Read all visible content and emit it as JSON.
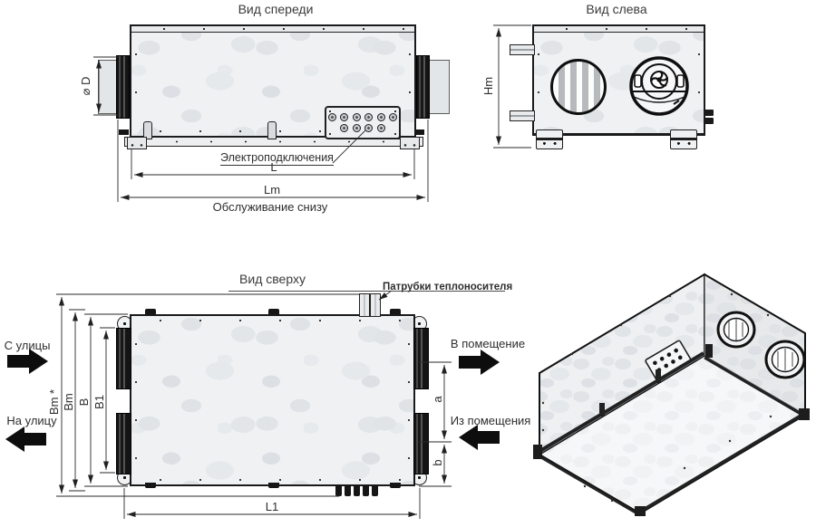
{
  "drawing": {
    "front_view": {
      "title": "Вид спереди",
      "dims": {
        "diameter": "⌀ D",
        "length": "L",
        "length_mount": "Lm"
      },
      "electrical_label": "Электроподключения",
      "service_note": "Обслуживание снизу"
    },
    "left_view": {
      "title": "Вид слева",
      "dims": {
        "height_mount": "Hm"
      }
    },
    "top_view": {
      "title": "Вид сверху",
      "pipes_label": "Патрубки теплоносителя",
      "flow_labels": {
        "from_street": "С улицы",
        "to_street": "На улицу",
        "to_room": "В помещение",
        "from_room": "Из помещения"
      },
      "dims": {
        "bm_star": "Bm *",
        "bm": "Bm",
        "b": "B",
        "b1": "B1",
        "a": "a",
        "b_small": "b",
        "l1": "L1"
      }
    },
    "colors": {
      "line": "#1a1a1a",
      "text": "#2e2e2e",
      "arrow_fill": "#0d0d0d",
      "metal_base": "#eff1f3",
      "flange_dark": "#141414"
    }
  }
}
